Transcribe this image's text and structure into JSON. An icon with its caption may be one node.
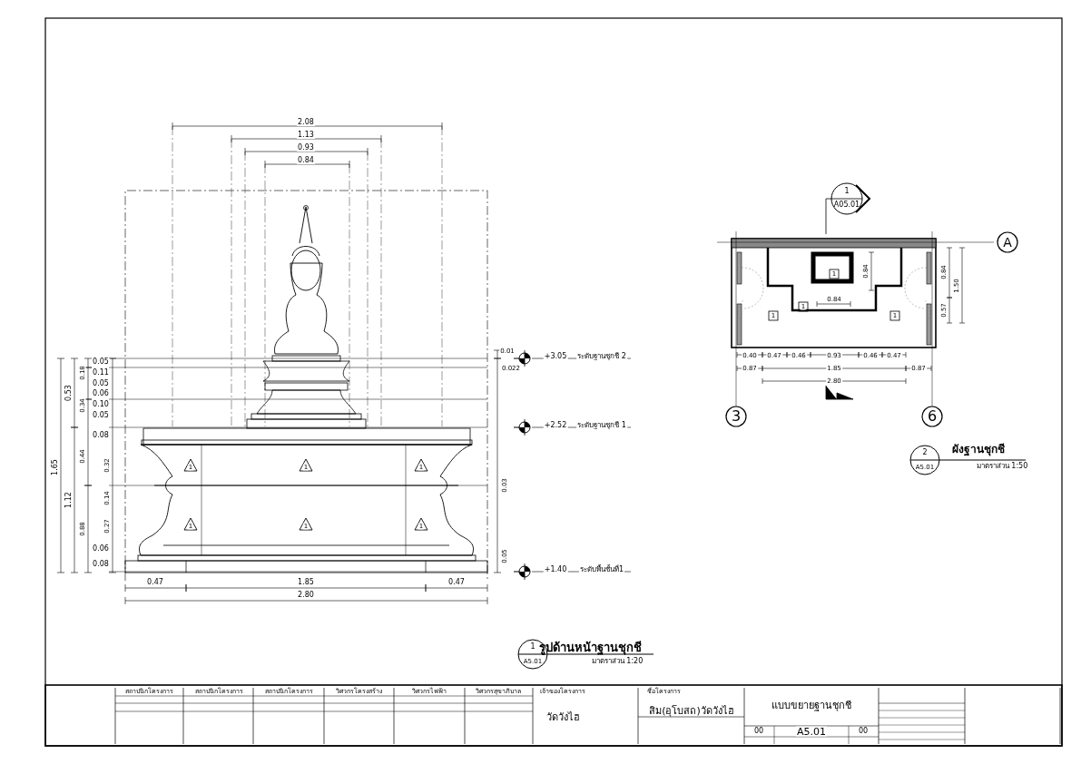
{
  "diagram": {
    "labels": [
      "2.08",
      "1.13",
      "0.93",
      "0.84",
      "0.47",
      "1.85",
      "0.47",
      "2.80",
      "1.65",
      "0.53",
      "1.12",
      "0.18",
      "0.34",
      "0.44",
      "0.88",
      "0.05",
      "0.11",
      "0.05",
      "0.06",
      "0.10",
      "0.05",
      "0.08",
      "0.32",
      "0.14",
      "0.27",
      "0.06",
      "0.08",
      "0.01",
      "0.022",
      "0.03",
      "0.05",
      "+3.05",
      "ระดับฐานชุกชี 2",
      "+2.52",
      "ระดับฐานชุกชี 1",
      "+1.40",
      "ระดับพื้นชั้นที่1",
      "1",
      "1",
      "1",
      "1",
      "1",
      "1",
      "1",
      "A5.01",
      "รูปด้านหน้าฐานชุกชี",
      "มาตราส่วน 1:20",
      "1",
      "A05.01",
      "A",
      "1",
      "1",
      "1",
      "1",
      "0.84",
      "0.84",
      "0.84",
      "0.57",
      "1.50",
      "0.40",
      "0.47",
      "0.46",
      "0.93",
      "0.46",
      "0.47",
      "0.87",
      "1.85",
      "0.87",
      "2.80",
      "3",
      "6",
      "2",
      "A5.01",
      "ผังฐานชุกชี",
      "มาตราส่วน 1:50",
      "สถาปนิกโครงการ",
      "สถาปนิกโครงการ",
      "สถาปนิกโครงการ",
      "วิศวกรโครงสร้าง",
      "วิศวกรไฟฟ้า",
      "วิศวกรสุขาภิบาล",
      "เจ้าของโครงการ",
      "วัดวังไฮ",
      "ชื่อโครงการ",
      "สิม(อุโบสถ)วัดวังไฮ",
      "แบบขยายฐานชุกชี",
      "00",
      "A5.01",
      "00"
    ]
  }
}
